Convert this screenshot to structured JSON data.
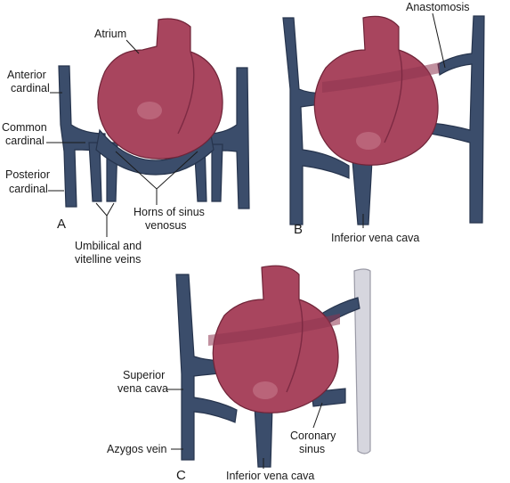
{
  "panels": [
    {
      "letter": "A",
      "labels": {
        "atrium": "Atrium",
        "anterior_cardinal": [
          "Anterior",
          "cardinal"
        ],
        "common_cardinal": [
          "Common",
          "cardinal"
        ],
        "posterior_cardinal": [
          "Posterior",
          "cardinal"
        ],
        "horns": [
          "Horns of sinus",
          "venosus"
        ],
        "umbilical": [
          "Umbilical and",
          "vitelline veins"
        ]
      }
    },
    {
      "letter": "B",
      "labels": {
        "anastomosis": "Anastomosis",
        "inferior_vena_cava": "Inferior vena cava"
      }
    },
    {
      "letter": "C",
      "labels": {
        "superior_vena_cava": [
          "Superior",
          "vena cava"
        ],
        "azygos": "Azygos vein",
        "coronary_sinus": [
          "Coronary",
          "sinus"
        ],
        "inferior_vena_cava": "Inferior vena cava"
      }
    }
  ],
  "colors": {
    "vein": "#3b4d6b",
    "heart": "#a8455e",
    "regressed_vein": "#d6d6de"
  }
}
